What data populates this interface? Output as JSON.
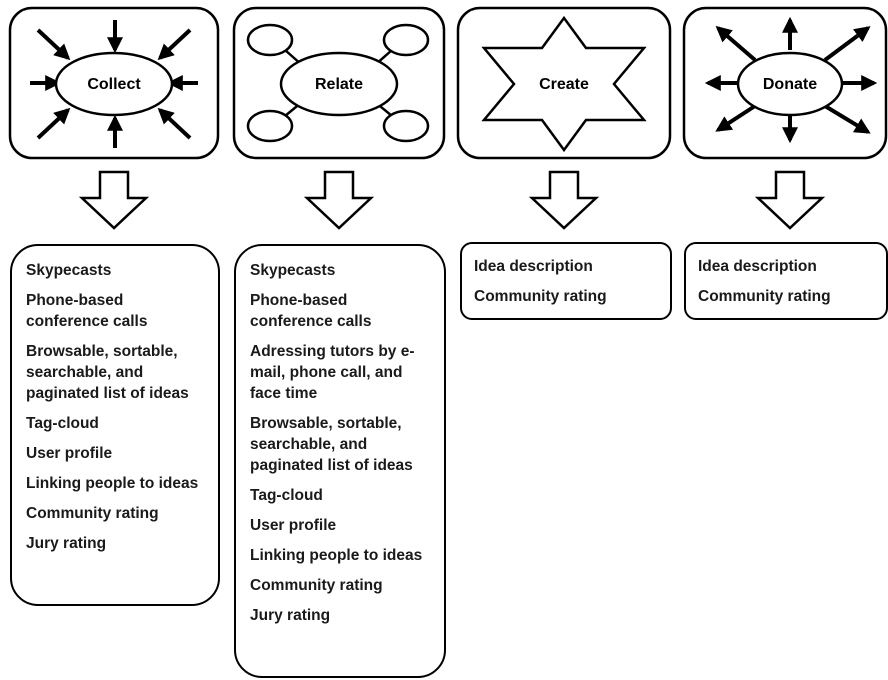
{
  "stages": [
    {
      "name": "Collect",
      "features": [
        "Skypecasts",
        "Phone-based conference calls",
        "Browsable, sortable, searchable, and paginated list of ideas",
        "Tag-cloud",
        "User profile",
        "Linking people to ideas",
        "Community rating",
        "Jury rating"
      ]
    },
    {
      "name": "Relate",
      "features": [
        "Skypecasts",
        "Phone-based conference calls",
        "Adressing tutors by e-mail, phone call, and face time",
        "Browsable, sortable, searchable, and paginated list of ideas",
        "Tag-cloud",
        "User profile",
        "Linking people to ideas",
        "Community rating",
        "Jury rating"
      ]
    },
    {
      "name": "Create",
      "features": [
        "Idea description",
        "Community rating"
      ]
    },
    {
      "name": "Donate",
      "features": [
        "Idea description",
        "Community rating"
      ]
    }
  ]
}
